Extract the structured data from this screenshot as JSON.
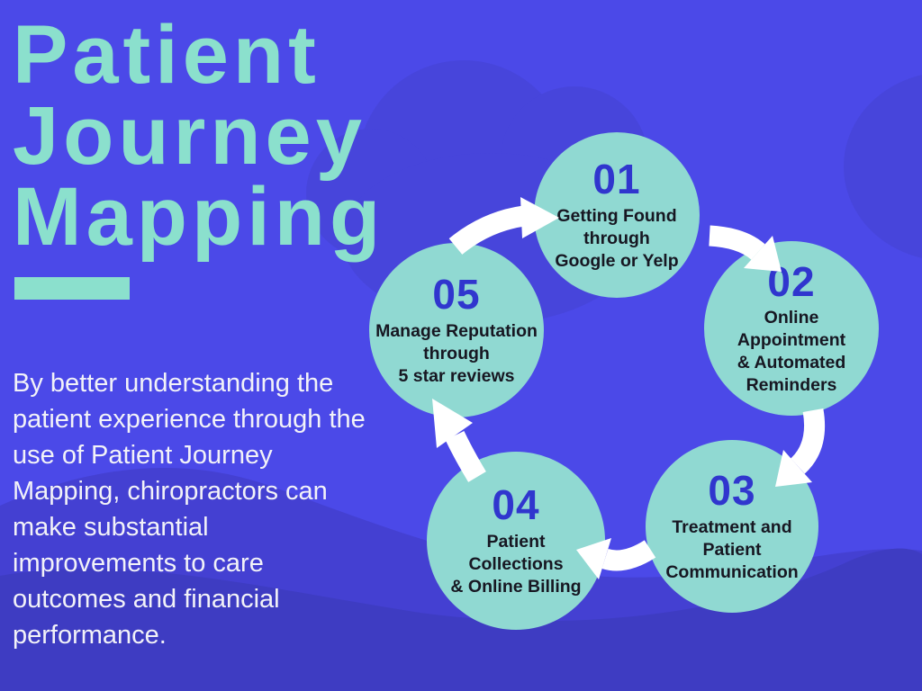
{
  "title": {
    "text": "Patient\nJourney\nMapping"
  },
  "description": {
    "text": "By better understanding the\npatient experience through the\nuse of Patient Journey\nMapping, chiropractors can\nmake substantial\nimprovements to care\noutcomes and financial\nperformance."
  },
  "steps": [
    {
      "number": "01",
      "label": "Getting Found\nthrough\nGoogle or Yelp"
    },
    {
      "number": "02",
      "label": "Online\nAppointment\n& Automated\nReminders"
    },
    {
      "number": "03",
      "label": "Treatment and\nPatient\nCommunication"
    },
    {
      "number": "04",
      "label": "Patient\nCollections\n& Online Billing"
    },
    {
      "number": "05",
      "label": "Manage Reputation\nthrough\n5 star reviews"
    }
  ],
  "colors": {
    "bg_base": "#4B49E8",
    "cloud": "#4745DB",
    "wave_1": "#4440D2",
    "wave_2": "#3E3CC2",
    "circle_teal": "#90D9D2",
    "title_mint": "#8BE0CD",
    "number_blue": "#3036CE",
    "step_text": "#171722",
    "paragraph": "#F2F2F8",
    "arrow": "#FFFFFF"
  }
}
